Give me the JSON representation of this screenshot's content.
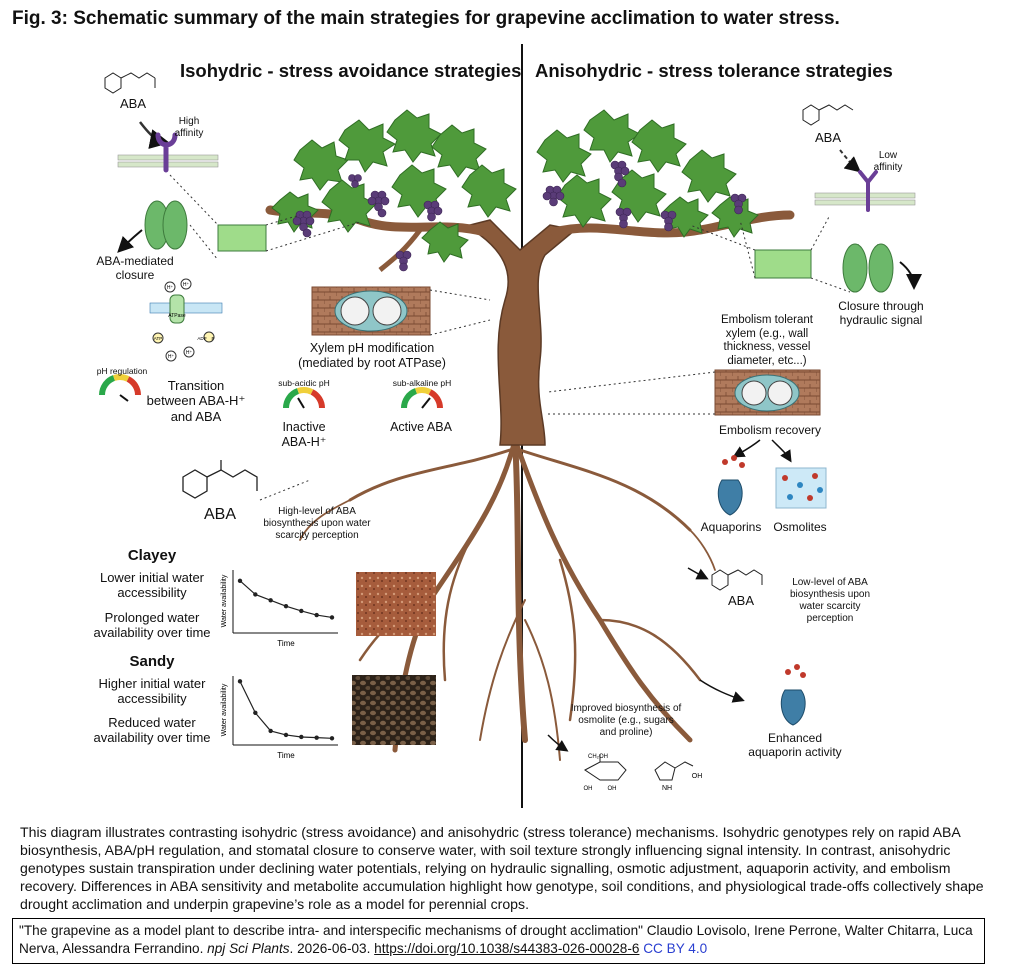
{
  "figure_title": "Fig. 3: Schematic summary of the main strategies for grapevine acclimation to water stress.",
  "left": {
    "title": "Isohydric - stress avoidance strategies",
    "aba_label": "ABA",
    "receptor_label": "High affinity",
    "closure_label": "ABA-mediated closure",
    "atpase_label": "ATPase",
    "adp_label": "ADP",
    "atp_label": "ATP",
    "p_label": "P",
    "h_label": "H⁺",
    "ph_regulation_label": "pH regulation",
    "transition_label": "Transition between ABA-H⁺ and ABA",
    "xylem_ph_label": "Xylem pH modification (mediated by root ATPase)",
    "sub_acidic_label": "sub-acidic pH",
    "sub_alkaline_label": "sub-alkaline pH",
    "inactive_label": "Inactive ABA-H⁺",
    "active_label": "Active ABA",
    "aba_large_label": "ABA",
    "high_aba_label": "High-level of ABA biosynthesis upon water scarcity perception",
    "clayey": {
      "title": "Clayey",
      "line1": "Lower initial water accessibility",
      "line2": "Prolonged water availability over time",
      "xlabel": "Time",
      "ylabel": "Water availability"
    },
    "sandy": {
      "title": "Sandy",
      "line1": "Higher initial water accessibility",
      "line2": "Reduced water availability over time",
      "xlabel": "Time",
      "ylabel": "Water availability"
    }
  },
  "right": {
    "title": "Anisohydric - stress tolerance strategies",
    "aba_label": "ABA",
    "receptor_label": "Low affinity",
    "closure_label": "Closure through hydraulic signal",
    "embolism_tolerant_label": "Embolism tolerant xylem (e.g., wall thickness, vessel diameter, etc...)",
    "embolism_recovery_label": "Embolism recovery",
    "aquaporins_label": "Aquaporins",
    "osmolites_label": "Osmolites",
    "aba_label_low": "ABA",
    "low_aba_label": "Low-level of ABA biosynthesis upon water scarcity perception",
    "osmolite_label": "Improved biosynthesis of osmolite (e.g., sugars and proline)",
    "aquaporin_activity_label": "Enhanced aquaporin activity",
    "ch2oh_label": "CH₂OH",
    "oh_label": "OH",
    "nh_label": "NH"
  },
  "colors": {
    "trunk": "#8a5a3b",
    "leaf": "#4f9a3b",
    "leaf_dark": "#2f6d24",
    "grape": "#5a3c78",
    "guard_cell": "#6cb86a",
    "receptor": "#6a3e97",
    "aquaporin": "#3f7ea6",
    "soil_clay": "#a1583a",
    "soil_sand": "#4a3a2c",
    "license_link": "#2a3fd0"
  },
  "chart_data": [
    {
      "type": "line",
      "title": "Clayey",
      "xlabel": "Time",
      "ylabel": "Water availability",
      "x": [
        1,
        2,
        3,
        4,
        5,
        6,
        7
      ],
      "series": [
        {
          "values": [
            0.85,
            0.62,
            0.52,
            0.42,
            0.34,
            0.27,
            0.23
          ]
        }
      ]
    },
    {
      "type": "line",
      "title": "Sandy",
      "xlabel": "Time",
      "ylabel": "Water availability",
      "x": [
        1,
        2,
        3,
        4,
        5,
        6,
        7
      ],
      "series": [
        {
          "values": [
            0.92,
            0.45,
            0.18,
            0.12,
            0.09,
            0.08,
            0.07
          ]
        }
      ]
    }
  ],
  "caption": "This diagram illustrates contrasting isohydric (stress avoidance) and anisohydric (stress tolerance) mechanisms. Isohydric genotypes rely on rapid ABA biosynthesis, ABA/pH regulation, and stomatal closure to conserve water, with soil texture strongly influencing signal intensity. In contrast, anisohydric genotypes sustain transpiration under declining water potentials, relying on hydraulic signalling, osmotic adjustment, aquaporin activity, and embolism recovery. Differences in ABA sensitivity and metabolite accumulation highlight how genotype, soil conditions, and physiological trade-offs collectively shape drought acclimation and underpin grapevine’s role as a model for perennial crops.",
  "citation": {
    "text1": "\"The grapevine as a model plant to describe intra- and interspecific mechanisms of drought acclimation\" Claudio Lovisolo, Irene Perrone, Walter Chitarra, Luca Nerva, Alessandra Ferrandino. ",
    "journal": "npj Sci Plants",
    "text2": ". 2026-06-03. ",
    "doi": "https://doi.org/10.1038/s44383-026-00028-6",
    "license": "CC BY 4.0"
  }
}
